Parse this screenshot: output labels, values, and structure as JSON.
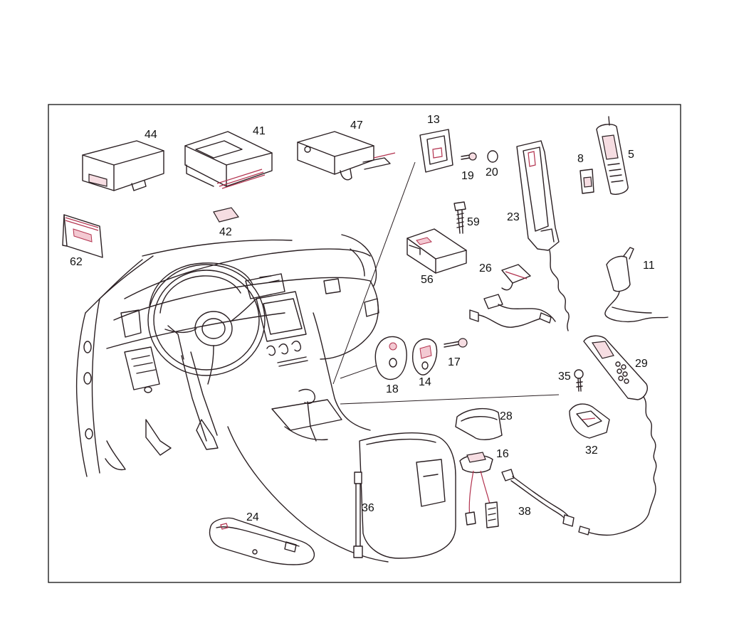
{
  "diagram": {
    "part_numbers": {
      "p44": "44",
      "p41": "41",
      "p47": "47",
      "p13": "13",
      "p19": "19",
      "p20": "20",
      "p8": "8",
      "p5": "5",
      "p42": "42",
      "p59": "59",
      "p23": "23",
      "p62": "62",
      "p56": "56",
      "p26": "26",
      "p11": "11",
      "p17": "17",
      "p18": "18",
      "p14": "14",
      "p29": "29",
      "p35": "35",
      "p28": "28",
      "p16": "16",
      "p32": "32",
      "p36": "36",
      "p24": "24",
      "p38": "38"
    },
    "colors": {
      "line": "#2a1f22",
      "accent": "#b2324e",
      "frame": "#111111",
      "background": "#ffffff"
    }
  }
}
